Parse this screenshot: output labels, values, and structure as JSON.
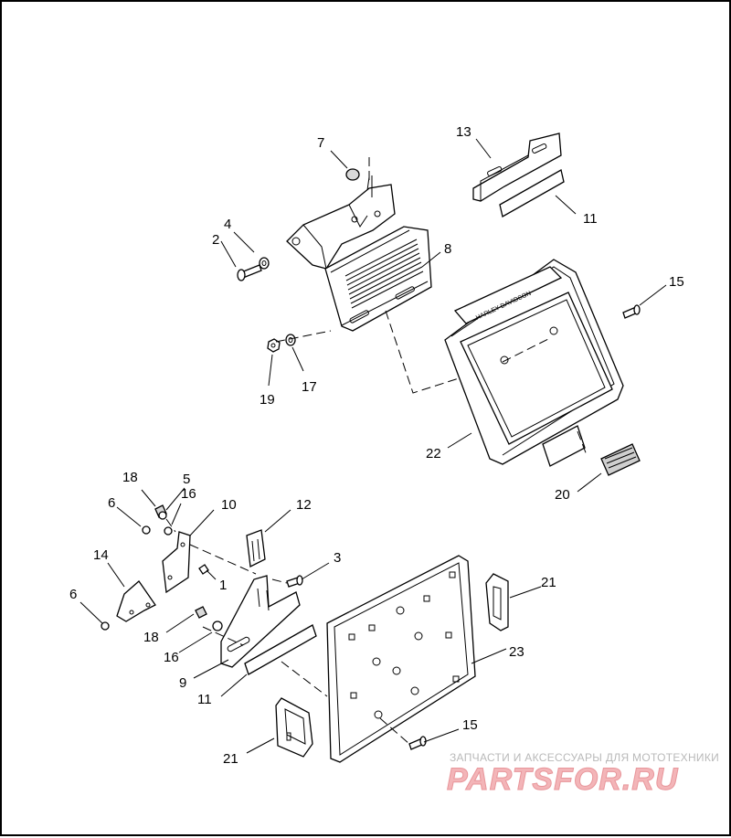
{
  "callouts": {
    "c7": "7",
    "c13": "13",
    "c4": "4",
    "c2": "2",
    "c8": "8",
    "c11a": "11",
    "c15a": "15",
    "c19": "19",
    "c17": "17",
    "c22": "22",
    "c20": "20",
    "c18a": "18",
    "c5": "5",
    "c6a": "6",
    "c16a": "16",
    "c10": "10",
    "c12": "12",
    "c14": "14",
    "c3": "3",
    "c1": "1",
    "c6b": "6",
    "c18b": "18",
    "c16b": "16",
    "c21a": "21",
    "c23": "23",
    "c9": "9",
    "c11b": "11",
    "c15b": "15",
    "c21b": "21"
  },
  "housing_brand_text": "HARLEY-DAVIDSON",
  "watermark": {
    "tagline": "ЗАПЧАСТИ И АКСЕССУАРЫ ДЛЯ МОТОТЕХНИКИ",
    "logo": "PARTSFOR.RU"
  },
  "colors": {
    "line": "#000000",
    "watermark_red": "#f3b5b8",
    "watermark_gray": "#b9b9b9"
  }
}
